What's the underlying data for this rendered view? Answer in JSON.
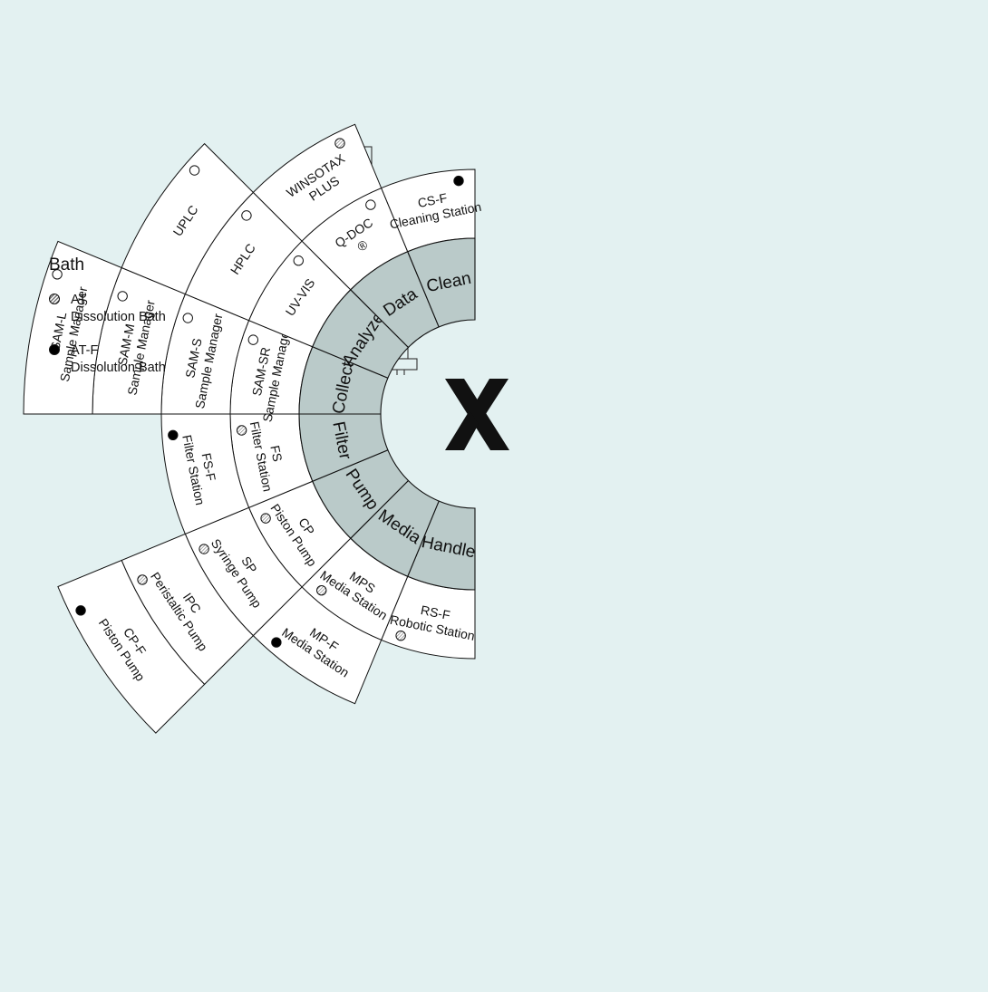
{
  "legend": {
    "title": "Bath",
    "items": [
      {
        "marker": "hatched",
        "code": "AT",
        "name": "Dissolution Bath"
      },
      {
        "marker": "filled",
        "code": "AT-F",
        "name": "Dissolution Bath"
      }
    ]
  },
  "logo": "X",
  "categories": [
    "Handle",
    "Media",
    "Pump",
    "Filter",
    "Collect",
    "Analyze",
    "Data",
    "Clean"
  ],
  "modules": [
    {
      "category": "Handle",
      "items": [
        {
          "lines": [
            "RS-F",
            "Robotic Station"
          ],
          "marker": "hatched"
        }
      ]
    },
    {
      "category": "Media",
      "items": [
        {
          "lines": [
            "MPS",
            "Media Station"
          ],
          "marker": "hatched"
        },
        {
          "lines": [
            "MP-F",
            "Media Station"
          ],
          "marker": "filled"
        }
      ]
    },
    {
      "category": "Pump",
      "items": [
        {
          "lines": [
            "CP",
            "Piston Pump"
          ],
          "marker": "hatched"
        },
        {
          "lines": [
            "SP",
            "Syringe Pump"
          ],
          "marker": "hatched"
        },
        {
          "lines": [
            "IPC",
            "Peristaltic Pump"
          ],
          "marker": "hatched"
        },
        {
          "lines": [
            "CP-F",
            "Piston Pump"
          ],
          "marker": "filled"
        }
      ]
    },
    {
      "category": "Filter",
      "items": [
        {
          "lines": [
            "FS",
            "Filter Station"
          ],
          "marker": "hatched"
        },
        {
          "lines": [
            "FS-F",
            "Filter Station"
          ],
          "marker": "filled"
        }
      ]
    },
    {
      "category": "Collect",
      "items": [
        {
          "lines": [
            "SAM-SR",
            "Sample Manager"
          ],
          "marker": "open"
        },
        {
          "lines": [
            "SAM-S",
            "Sample Manager"
          ],
          "marker": "open"
        },
        {
          "lines": [
            "SAM-M",
            "Sample Manager"
          ],
          "marker": "open"
        },
        {
          "lines": [
            "SAM-L",
            "Sample Manager"
          ],
          "marker": "open"
        }
      ]
    },
    {
      "category": "Analyze",
      "items": [
        {
          "lines": [
            "UV-VIS"
          ],
          "marker": "open"
        },
        {
          "lines": [
            "HPLC"
          ],
          "marker": "open"
        },
        {
          "lines": [
            "UPLC"
          ],
          "marker": "open"
        }
      ]
    },
    {
      "category": "Data",
      "items": [
        {
          "lines": [
            "Q-DOC",
            "®"
          ],
          "marker": "open"
        },
        {
          "lines": [
            "WINSOTAX",
            "PLUS"
          ],
          "marker": "hatched"
        }
      ]
    },
    {
      "category": "Clean",
      "items": [
        {
          "lines": [
            "CS-F",
            "Cleaning Station"
          ],
          "marker": "filled"
        }
      ]
    }
  ],
  "colors": {
    "background": "#e3f1f1",
    "category_fill": "#bacac9",
    "module_fill": "#ffffff",
    "stroke": "#111111"
  },
  "icons": {
    "instrument": "dissolution-tester-icon"
  }
}
